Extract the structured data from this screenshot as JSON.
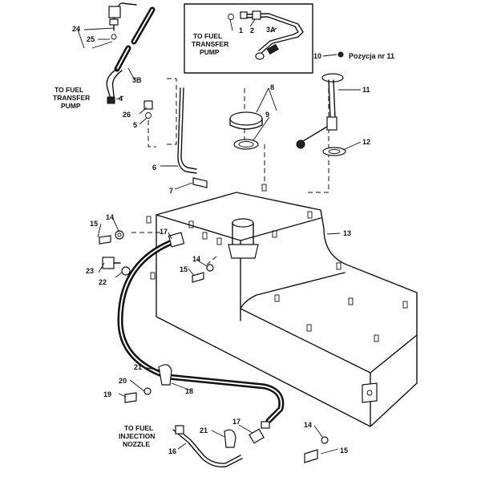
{
  "callouts": {
    "n1": "1",
    "n2": "2",
    "n3A": "3A",
    "n3B": "3B",
    "n4": "4",
    "n5": "5",
    "n6": "6",
    "n7": "7",
    "n8": "8",
    "n9": "9",
    "n10": "10",
    "n11": "11",
    "n12": "12",
    "n13": "13",
    "n14a": "14",
    "n14b": "14",
    "n14c": "14",
    "n15a": "15",
    "n15b": "15",
    "n15c": "15",
    "n16": "16",
    "n17a": "17",
    "n17b": "17",
    "n18": "18",
    "n19": "19",
    "n20": "20",
    "n21a": "21",
    "n21b": "21",
    "n22": "22",
    "n23": "23",
    "n24": "24",
    "n25": "25",
    "n26": "26"
  },
  "position_note": "Pozycja nr 11",
  "captions": {
    "transfer_pump_left": [
      "TO FUEL",
      "TRANSFER",
      "PUMP"
    ],
    "transfer_pump_inset": [
      "TO FUEL",
      "TRANSFER",
      "PUMP"
    ],
    "injection_nozzle": [
      "TO FUEL",
      "INJECTION",
      "NOZZLE"
    ]
  }
}
